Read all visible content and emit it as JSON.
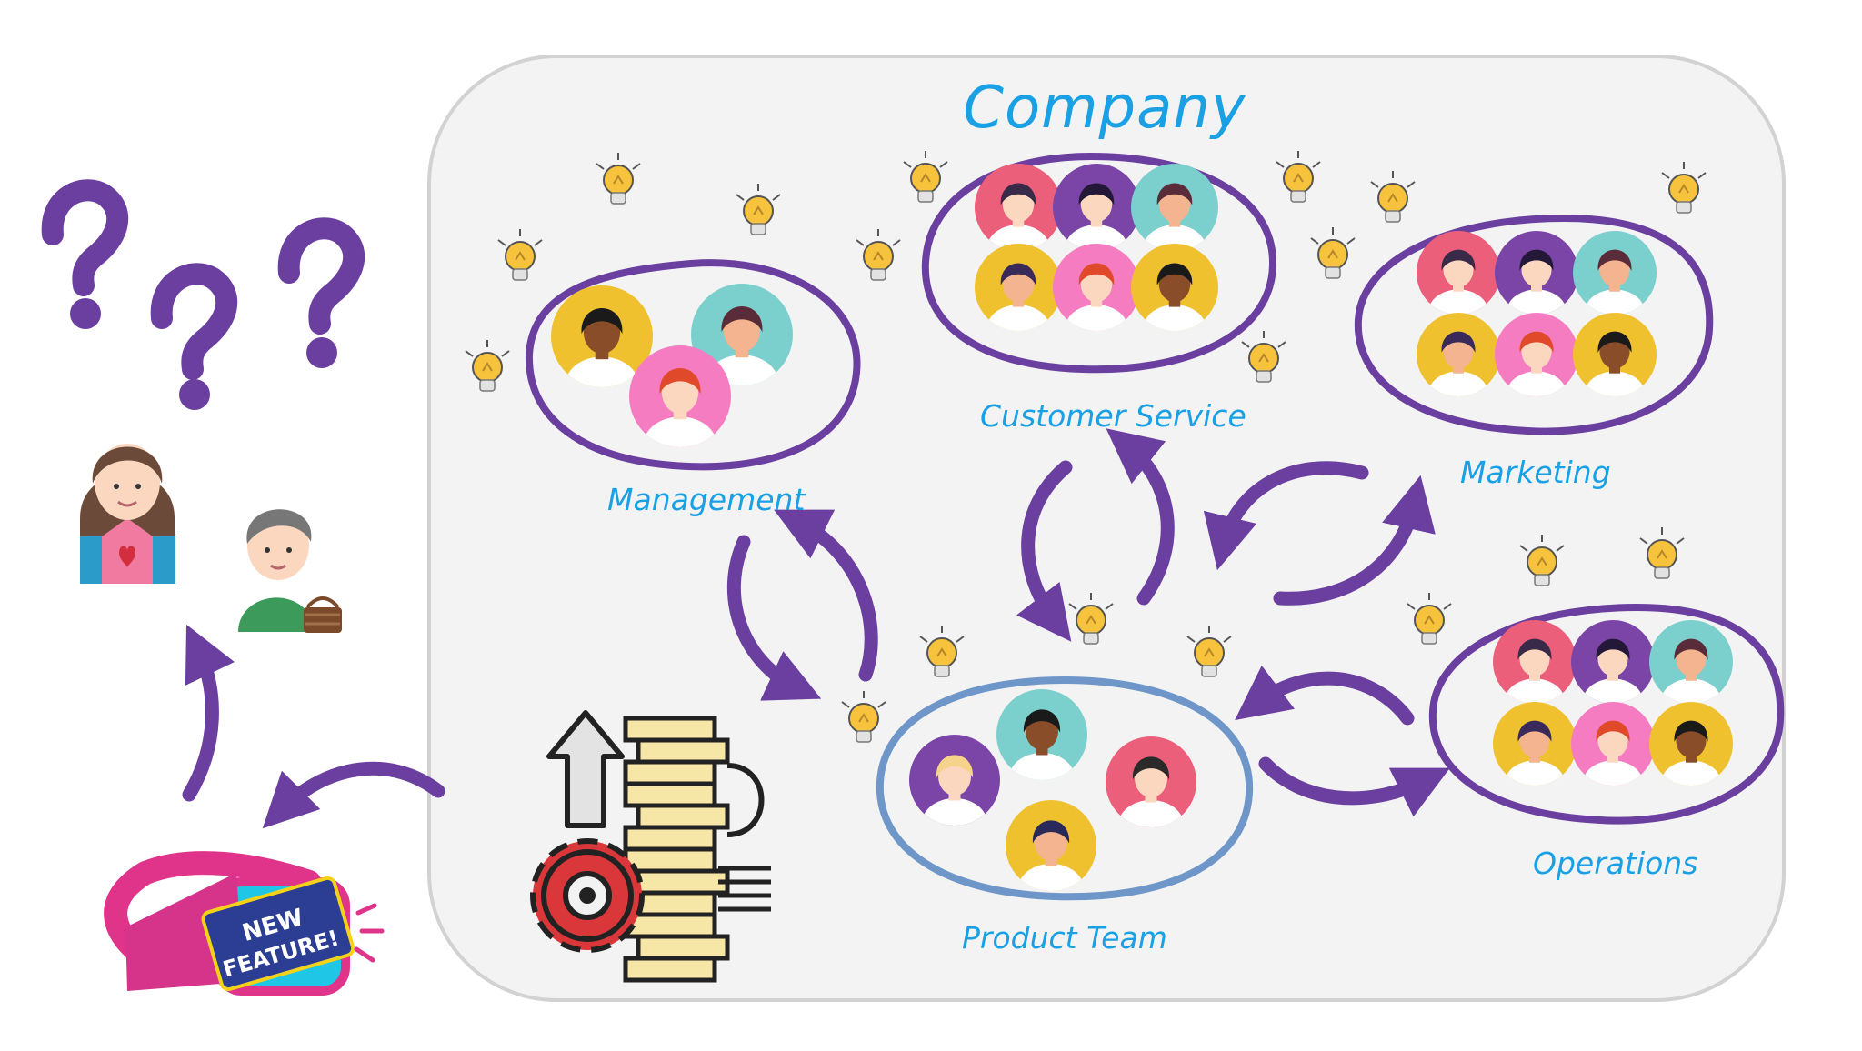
{
  "diagram": {
    "title": "Company",
    "groups": [
      {
        "id": "management",
        "label": "Management"
      },
      {
        "id": "customer-service",
        "label": "Customer Service"
      },
      {
        "id": "marketing",
        "label": "Marketing"
      },
      {
        "id": "product-team",
        "label": "Product Team"
      },
      {
        "id": "operations",
        "label": "Operations"
      }
    ],
    "badge": {
      "line1": "NEW",
      "line2": "FEATURE!"
    }
  },
  "colors": {
    "accent_purple": "#6b3fa0",
    "label_blue": "#1aa0e4",
    "product_team_ring": "#6f96c8",
    "container_fill": "#f3f3f3",
    "bulb_yellow": "#f7c23c"
  }
}
